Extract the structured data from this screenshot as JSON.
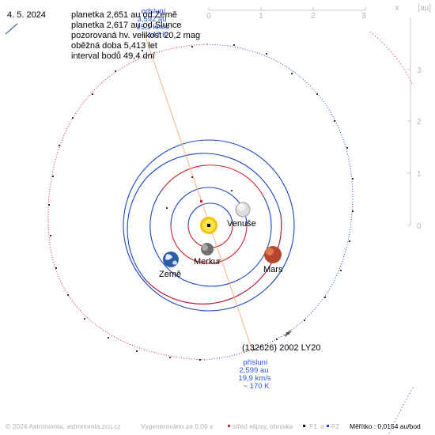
{
  "date": "4. 5. 2024",
  "info_lines": [
    "planetka 2,651 au od Země",
    "planetka 2,617 au od Slunce",
    "pozorovaná hv. velikost 20,2 mag",
    "oběžná doba 5,413 let",
    "interval bodů 49,4 dní"
  ],
  "aphelion_note": [
    "odsluní",
    "3,592 au",
    "15,1 km/s",
    "~ 147 K"
  ],
  "perihelion_note": [
    "přísluní",
    "2,599 au",
    "19,9 km/s",
    "~ 170 K"
  ],
  "asteroid_name": "(132626) 2002 LY20",
  "planets": {
    "venus": "Venuše",
    "mercury": "Merkur",
    "earth": "Země",
    "mars": "Mars"
  },
  "axis_top": {
    "ticks": [
      "0",
      "1",
      "2",
      "3"
    ],
    "unit": "x"
  },
  "axis_right": {
    "ticks": [
      "0",
      "1",
      "2",
      "3"
    ],
    "unit": "[au]"
  },
  "footer": {
    "copyright": "© 2024 Astronomia, astronomia.zcu.cz",
    "generated": "Vygenerováno za 0,09 s",
    "legend_center": "střed elipsy, ohniska",
    "legend_f1": "F1",
    "legend_a": "a",
    "legend_f2": "F2",
    "scale": "Měřítko : 0,0154 au/bod"
  },
  "colors": {
    "orbit_red": "#d0202a",
    "orbit_blue": "#1a44c0",
    "asteroid_line": "#f2b58a",
    "note_blue": "#2a55d8"
  }
}
